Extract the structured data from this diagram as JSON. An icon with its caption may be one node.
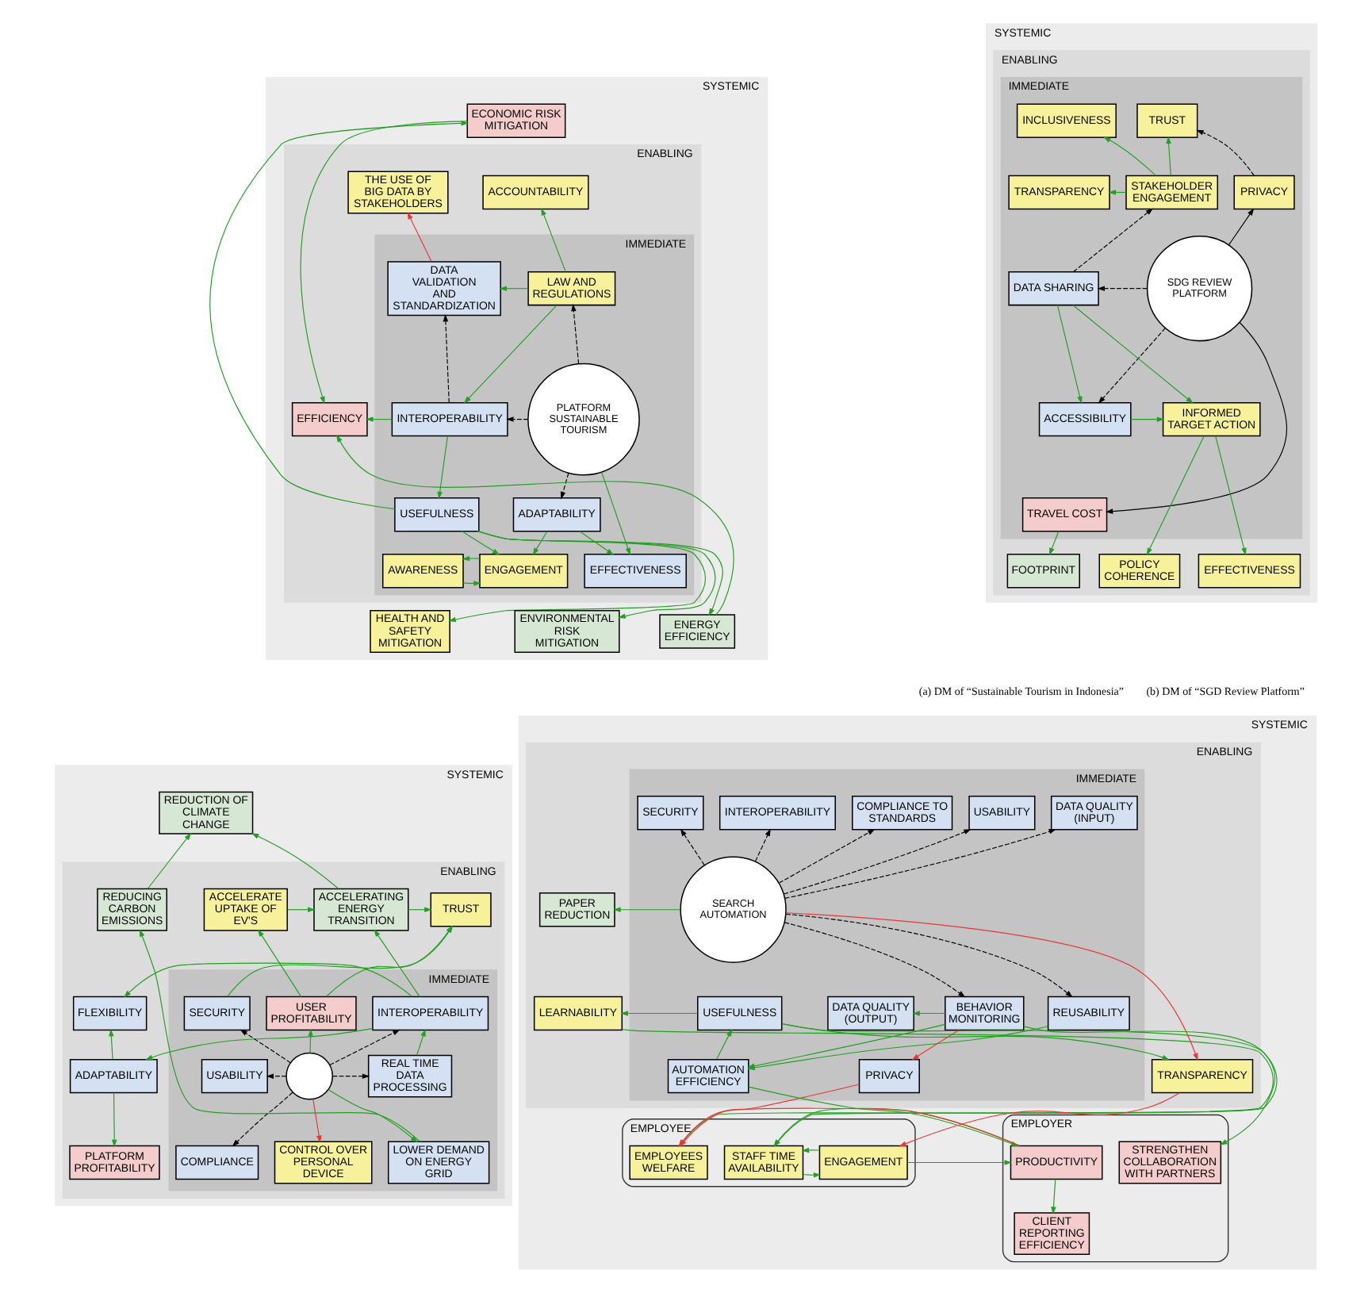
{
  "diagram": {
    "nodes": [
      {
        "text": [
          "SYSTEMIC"
        ]
      },
      {
        "text": [
          "ENABLING"
        ],
        "in": 0
      },
      {
        "text": [
          "IMMEDIATE"
        ],
        "in": 1
      },
      {
        "text": [
          "ECONOMIC RISK MITIGATION"
        ],
        "in": 0
      },
      {
        "text": [
          "ACCOUNTABILITY"
        ],
        "in": 1
      },
      {
        "text": [
          "THE USE OF BIG DATA BY STAKEHOLDERS"
        ],
        "in": 1
      },
      {
        "text": [
          "LAW AND REGULATIONS"
        ],
        "in": 2
      },
      {
        "text": [
          "DATA VALIDATION AND STANDARDIZATION"
        ],
        "in": 2
      },
      {
        "text": [
          "EFFICIENCY"
        ],
        "in": 1
      },
      {
        "text": [
          "PLATFORM SUSTAINABLE TOURISM"
        ],
        "in": 2
      },
      {
        "text": [
          "INTEROPERABILITY"
        ],
        "in": 2
      },
      {
        "text": [
          "ADAPTABILITY"
        ],
        "in": 2
      },
      {
        "text": [
          "USEFULNESS"
        ],
        "in": 2
      },
      {
        "text": [
          "EFFECTIVENESS"
        ],
        "in": 2
      },
      {
        "text": [
          "AWARENESS"
        ],
        "in": 2
      },
      {
        "text": [
          "ENGAGEMENT"
        ],
        "in": 2
      },
      {
        "text": [
          "HEALTH AND SAFETY MITIGATION"
        ],
        "in": 0
      },
      {
        "text": [
          "ENVIRONMENTAL RISK MITIGATION"
        ],
        "in": 0
      },
      {
        "text": [
          "ENERGY EFFICIENCY"
        ],
        "in": 0
      },
      {
        "text": [
          "SYSTEMIC"
        ]
      },
      {
        "text": [
          "ENABLING"
        ],
        "in": 19
      },
      {
        "text": [
          "IMMEDIATE"
        ],
        "in": 20
      },
      {
        "text": [
          "TRUST"
        ],
        "in": 21
      },
      {
        "text": [
          "INCLUSIVENESS"
        ],
        "in": 21
      },
      {
        "text": [
          "PRIVACY"
        ],
        "in": 21
      },
      {
        "text": [
          "STAKEHOLDER ENGAGEMENT"
        ],
        "in": 21
      },
      {
        "text": [
          "TRANSPARENCY"
        ],
        "in": 21
      },
      {
        "text": [
          "SDG REVIEW PLATFORM"
        ],
        "in": 21
      },
      {
        "text": [
          "DATA SHARING"
        ],
        "in": 21
      },
      {
        "text": [
          "ACCESSIBILITY"
        ],
        "in": 21
      },
      {
        "text": [
          "INFORMED TARGET ACTION"
        ],
        "in": 21
      },
      {
        "text": [
          "TRAVEL COST"
        ],
        "in": 21
      },
      {
        "text": [
          "FOOTPRINT"
        ],
        "in": 20
      },
      {
        "text": [
          "POLICY COHERENCE"
        ],
        "in": 20
      },
      {
        "text": [
          "EFFECTIVENESS"
        ],
        "in": 20
      },
      {
        "text": [
          "SYSTEMIC"
        ]
      },
      {
        "text": [
          "ENABLING"
        ],
        "in": 35
      },
      {
        "text": [
          "IMMEDIATE"
        ],
        "in": 36
      },
      {
        "text": [
          "REDUCTION OF CLIMATE CHANGE"
        ],
        "in": 35
      },
      {
        "text": [
          "TRUST"
        ],
        "in": 36
      },
      {
        "text": [
          "ACCELERATING ENERGY TRANSITION"
        ],
        "in": 36
      },
      {
        "text": [
          "ACCELERATE UPTAKE OF EV'S"
        ],
        "in": 36
      },
      {
        "text": [
          "REDUCING CARBON EMISSIONS"
        ],
        "in": 36
      },
      {
        "text": [
          "FLEXIBILITY"
        ],
        "in": 36
      },
      {
        "text": [
          "INTEROPERABILITY"
        ],
        "in": 37
      },
      {
        "text": [
          "USER PROFITABILITY"
        ],
        "in": 37
      },
      {
        "text": [
          "SECURITY"
        ],
        "in": 37
      },
      {
        "text": [
          "ADAPTABILITY"
        ],
        "in": 36
      },
      {
        "text": [
          "REAL TIME DATA PROCESSING"
        ],
        "in": 37
      },
      {
        "text": [],
        "shape": "circle",
        "in": 37
      },
      {
        "text": [
          "USABILITY"
        ],
        "in": 37
      },
      {
        "text": [
          "PLATFORM PROFITABILITY"
        ],
        "in": 36
      },
      {
        "text": [
          "COMPLIANCE"
        ],
        "in": 37
      },
      {
        "text": [
          "CONTROL OVER PERSONAL DEVICE"
        ],
        "in": 37
      },
      {
        "text": [
          "LOWER DEMAND ON ENERGY GRID"
        ],
        "in": 37
      },
      {
        "text": [
          "SYSTEMIC"
        ]
      },
      {
        "text": [
          "ENABLING"
        ],
        "in": 55
      },
      {
        "text": [
          "IMMEDIATE"
        ],
        "in": 56
      },
      {
        "text": [
          "DATA QUALITY (INPUT)"
        ],
        "in": 57
      },
      {
        "text": [
          "USABILITY"
        ],
        "in": 57
      },
      {
        "text": [
          "COMPLIANCE TO STANDARDS"
        ],
        "in": 57
      },
      {
        "text": [
          "INTEROPERABILITY"
        ],
        "in": 57
      },
      {
        "text": [
          "SECURITY"
        ],
        "in": 57
      },
      {
        "text": [
          "SEARCH AUTOMATION"
        ],
        "in": 57
      },
      {
        "text": [
          "PAPER REDUCTION"
        ],
        "in": 56
      },
      {
        "text": [
          "DATA QUALITY (OUTPUT)"
        ],
        "in": 57
      },
      {
        "text": [
          "BEHAVIOR MONITORING"
        ],
        "in": 57
      },
      {
        "text": [
          "REUSABILITY"
        ],
        "in": 57
      },
      {
        "text": [
          "USEFULNESS"
        ],
        "in": 57
      },
      {
        "text": [
          "LEARNABILITY"
        ],
        "in": 56
      },
      {
        "text": [
          "PRIVACY"
        ],
        "in": 57
      },
      {
        "text": [
          "AUTOMATION EFFICIENCY"
        ],
        "in": 57
      },
      {
        "text": [
          "TRANSPARENCY"
        ],
        "in": 56
      },
      {
        "text": [
          "EMPLOYER"
        ],
        "in": 55
      },
      {
        "text": [
          "EMPLOYEE"
        ],
        "in": 55
      },
      {
        "text": [
          "STRENGTHEN COLLABORATION WITH PARTNERS"
        ],
        "in": 73
      },
      {
        "text": [
          "PRODUCTIVITY"
        ],
        "in": 73
      },
      {
        "text": [
          "ENGAGEMENT"
        ],
        "in": 74
      },
      {
        "text": [
          "STAFF TIME AVAILABILITY"
        ],
        "in": 74
      },
      {
        "text": [
          "EMPLOYEES WELFARE"
        ],
        "in": 74
      },
      {
        "text": [
          "CLIENT REPORTING EFFICIENCY"
        ],
        "in": 73
      }
    ],
    "edges": [
      {
        "from": 9,
        "to": 6,
        "arrow": "to",
        "style": "dashed",
        "color": "#000000"
      },
      {
        "from": 9,
        "to": 10,
        "arrow": "to",
        "style": "dashed",
        "color": "#000000"
      },
      {
        "from": 9,
        "to": 11,
        "arrow": "to",
        "style": "dashed",
        "color": "#000000"
      },
      {
        "from": 9,
        "to": 13,
        "arrow": "to"
      },
      {
        "from": 6,
        "to": 4,
        "arrow": "to"
      },
      {
        "from": 6,
        "to": 7,
        "arrow": "to"
      },
      {
        "from": 6,
        "to": 10,
        "arrow": "to"
      },
      {
        "from": 10,
        "to": 7,
        "arrow": "to",
        "style": "dashed",
        "color": "#000000"
      },
      {
        "from": 7,
        "to": 5,
        "arrow": "to",
        "color": "#e53935"
      },
      {
        "from": 10,
        "to": 8,
        "arrow": "to"
      },
      {
        "from": 10,
        "to": 12,
        "arrow": "to"
      },
      {
        "from": 12,
        "to": 3,
        "arrow": "to"
      },
      {
        "from": 12,
        "to": 15,
        "arrow": "to"
      },
      {
        "from": 12,
        "to": 16,
        "arrow": "to"
      },
      {
        "from": 12,
        "to": 17,
        "arrow": "to"
      },
      {
        "from": 12,
        "to": 18,
        "arrow": "to"
      },
      {
        "from": 11,
        "to": 13,
        "arrow": "to"
      },
      {
        "from": 11,
        "to": 15,
        "arrow": "to"
      },
      {
        "from": 14,
        "to": 15,
        "arrow": "to"
      },
      {
        "from": 15,
        "to": 14,
        "arrow": "to"
      },
      {
        "from": 18,
        "to": 8,
        "arrow": "to"
      },
      {
        "from": 3,
        "to": 8,
        "arrow": "to"
      },
      {
        "from": 24,
        "to": 22,
        "arrow": "to",
        "style": "dashed",
        "color": "#000000"
      },
      {
        "from": 25,
        "to": 22,
        "arrow": "to"
      },
      {
        "from": 25,
        "to": 23,
        "arrow": "to"
      },
      {
        "from": 25,
        "to": 26,
        "arrow": "to"
      },
      {
        "from": 27,
        "to": 24,
        "arrow": "to",
        "color": "#000000"
      },
      {
        "from": 27,
        "to": 28,
        "arrow": "to",
        "style": "dashed",
        "color": "#000000"
      },
      {
        "from": 27,
        "to": 29,
        "arrow": "to",
        "style": "dashed",
        "color": "#000000"
      },
      {
        "from": 27,
        "to": 31,
        "arrow": "to",
        "color": "#000000"
      },
      {
        "from": 28,
        "to": 25,
        "arrow": "to",
        "style": "dashed",
        "color": "#000000"
      },
      {
        "from": 28,
        "to": 29,
        "arrow": "to"
      },
      {
        "from": 28,
        "to": 30,
        "arrow": "to"
      },
      {
        "from": 29,
        "to": 30,
        "arrow": "to"
      },
      {
        "from": 30,
        "to": 33,
        "arrow": "to"
      },
      {
        "from": 30,
        "to": 34,
        "arrow": "to"
      },
      {
        "from": 31,
        "to": 32,
        "arrow": "to"
      },
      {
        "from": 40,
        "to": 38,
        "arrow": "to"
      },
      {
        "from": 42,
        "to": 38,
        "arrow": "to"
      },
      {
        "from": 40,
        "to": 39,
        "arrow": "to"
      },
      {
        "from": 41,
        "to": 40,
        "arrow": "to"
      },
      {
        "from": 45,
        "to": 39,
        "arrow": "to"
      },
      {
        "from": 46,
        "to": 39,
        "arrow": "to"
      },
      {
        "from": 44,
        "to": 40,
        "arrow": "to"
      },
      {
        "from": 45,
        "to": 41,
        "arrow": "to"
      },
      {
        "from": 44,
        "to": 43,
        "arrow": "to"
      },
      {
        "from": 44,
        "to": 47,
        "arrow": "to"
      },
      {
        "from": 47,
        "to": 43,
        "arrow": "to"
      },
      {
        "from": 47,
        "to": 51,
        "arrow": "to"
      },
      {
        "from": 48,
        "to": 44,
        "arrow": "to"
      },
      {
        "from": 49,
        "to": 44,
        "arrow": "to",
        "style": "dashed",
        "color": "#000000"
      },
      {
        "from": 49,
        "to": 45,
        "arrow": "to"
      },
      {
        "from": 49,
        "to": 46,
        "arrow": "to",
        "style": "dashed",
        "color": "#000000"
      },
      {
        "from": 49,
        "to": 48,
        "arrow": "to",
        "style": "dashed",
        "color": "#000000"
      },
      {
        "from": 49,
        "to": 50,
        "arrow": "to",
        "style": "dashed",
        "color": "#000000"
      },
      {
        "from": 49,
        "to": 52,
        "arrow": "to",
        "style": "dashed",
        "color": "#000000"
      },
      {
        "from": 49,
        "to": 53,
        "arrow": "to",
        "color": "#e53935"
      },
      {
        "from": 49,
        "to": 54,
        "arrow": "to"
      },
      {
        "from": 54,
        "to": 42,
        "arrow": "to"
      },
      {
        "from": 63,
        "to": 58,
        "arrow": "to",
        "style": "dashed",
        "color": "#000000"
      },
      {
        "from": 63,
        "to": 59,
        "arrow": "to",
        "style": "dashed",
        "color": "#000000"
      },
      {
        "from": 63,
        "to": 60,
        "arrow": "to",
        "style": "dashed",
        "color": "#000000"
      },
      {
        "from": 63,
        "to": 61,
        "arrow": "to",
        "style": "dashed",
        "color": "#000000"
      },
      {
        "from": 63,
        "to": 62,
        "arrow": "to",
        "style": "dashed",
        "color": "#000000"
      },
      {
        "from": 63,
        "to": 64,
        "arrow": "to"
      },
      {
        "from": 63,
        "to": 66,
        "arrow": "to",
        "style": "dashed",
        "color": "#000000"
      },
      {
        "from": 63,
        "to": 67,
        "arrow": "to",
        "style": "dashed",
        "color": "#000000"
      },
      {
        "from": 63,
        "to": 72,
        "arrow": "to",
        "color": "#e53935"
      },
      {
        "from": 66,
        "to": 65,
        "arrow": "to"
      },
      {
        "from": 66,
        "to": 75,
        "arrow": "to"
      },
      {
        "from": 66,
        "to": 70,
        "arrow": "to",
        "color": "#e53935"
      },
      {
        "from": 66,
        "to": 71,
        "arrow": "to"
      },
      {
        "from": 67,
        "to": 71,
        "arrow": "to"
      },
      {
        "from": 71,
        "to": 68,
        "arrow": "to"
      },
      {
        "from": 71,
        "to": 76,
        "arrow": "to"
      },
      {
        "from": 68,
        "to": 69,
        "arrow": "to"
      },
      {
        "from": 68,
        "to": 72,
        "arrow": "to"
      },
      {
        "from": 68,
        "to": 79,
        "arrow": "to"
      },
      {
        "from": 69,
        "to": 78,
        "arrow": "to"
      },
      {
        "from": 72,
        "to": 77,
        "arrow": "to",
        "color": "#e53935"
      },
      {
        "from": 70,
        "to": 79,
        "arrow": "to",
        "color": "#e53935"
      },
      {
        "from": 77,
        "to": 76,
        "arrow": "to"
      },
      {
        "from": 78,
        "to": 77,
        "arrow": "to"
      },
      {
        "from": 76,
        "to": 80,
        "arrow": "to"
      },
      {
        "from": 76,
        "to": 78,
        "arrow": "to"
      },
      {
        "from": 77,
        "to": 78,
        "arrow": "to"
      },
      {
        "from": 76,
        "to": 79,
        "arrow": "to",
        "color": "#e53935"
      }
    ],
    "labels": [
      "(a) DM of “Sustainable Tourism in Indonesia”",
      "(b) DM of “SGD Review Platform”"
    ]
  }
}
